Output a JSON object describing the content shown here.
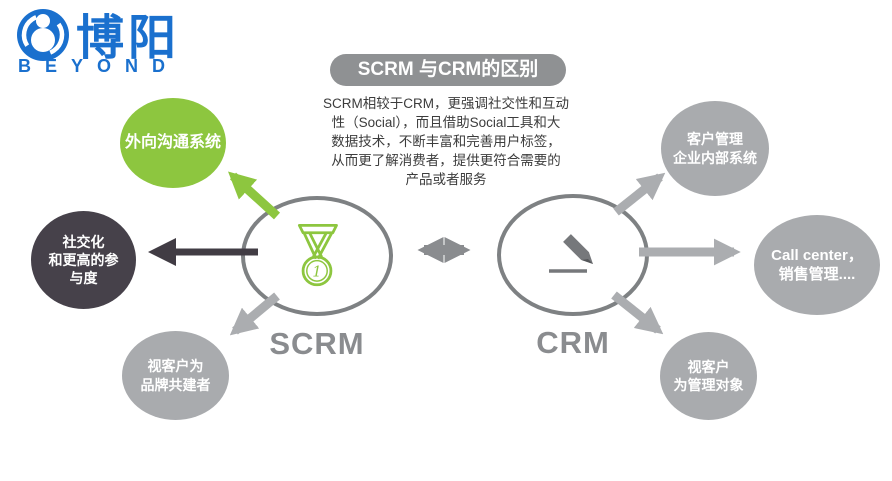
{
  "colors": {
    "brand_blue": "#1A70CE",
    "green": "#8DC63F",
    "dark_node": "#46414A",
    "gray_node": "#A9ABAE",
    "ring_outline": "#7E8183",
    "label_gray": "#8A8C8F",
    "title_bg": "#8F9193"
  },
  "logo": {
    "name": "博阳",
    "word": "BEYOND"
  },
  "header": {
    "title": "SCRM 与CRM的区别"
  },
  "description": "SCRM相较于CRM，更强调社交性和互动\n性（Social），而且借助Social工具和大\n数据技术，不断丰富和完善用户标签，\n从而更了解消费者，提供更符合需要的\n产品或者服务",
  "diagram": {
    "scrm": {
      "label": "SCRM",
      "icon": "medal-first-place-icon",
      "medal_number": "1",
      "satellites": {
        "outbound": "外向沟通系统",
        "social": "社交化\n和更高的参\n与度",
        "brand_partner": "视客户为\n品牌共建者"
      }
    },
    "crm": {
      "label": "CRM",
      "icon": "pencil-icon",
      "satellites": {
        "internal": "客户管理\n企业内部系统",
        "call_center": "Call center，\n销售管理....",
        "managed_object": "视客户\n为管理对象"
      }
    }
  }
}
